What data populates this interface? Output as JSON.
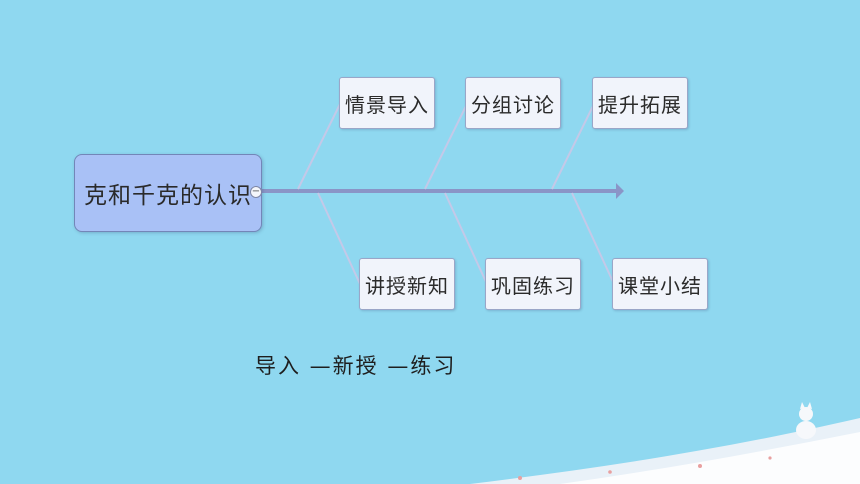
{
  "diagram": {
    "root": "克和千克的认识",
    "collapse_symbol": "−",
    "top_branches": [
      "情景导入",
      "分组讨论",
      "提升拓展"
    ],
    "bottom_branches": [
      "讲授新知",
      "巩固练习",
      "课堂小结"
    ]
  },
  "caption": "导入 —新授 —练习",
  "colors": {
    "background": "#8fd8f0",
    "node_fill": "#f1f4fb",
    "root_fill": "#a9c1f6",
    "spine": "#8a95c7"
  }
}
